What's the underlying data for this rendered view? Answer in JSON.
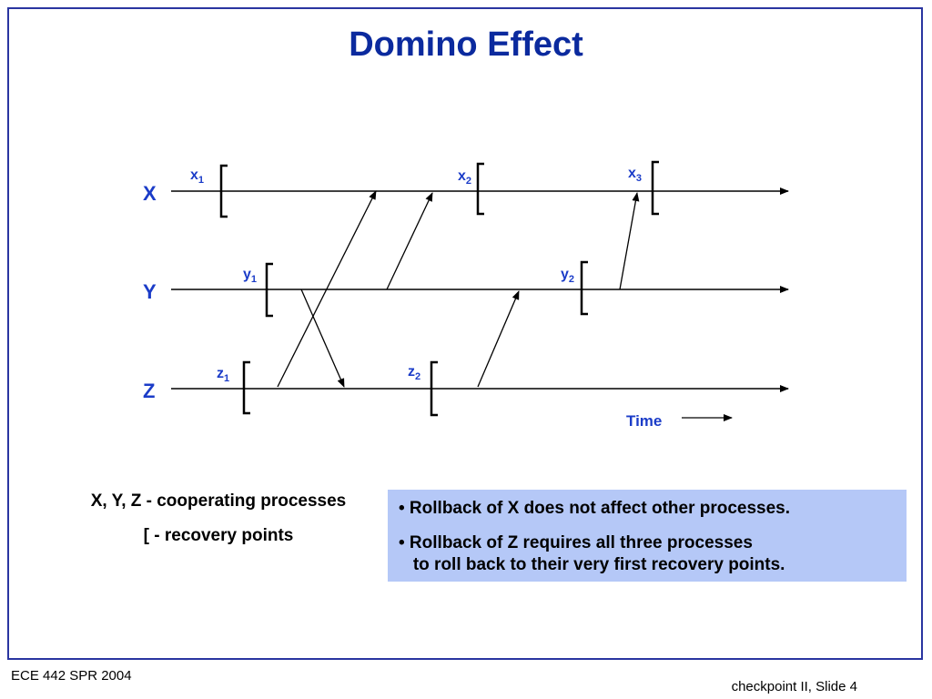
{
  "slide": {
    "title": "Domino Effect",
    "footer_left": "ECE 442 SPR 2004",
    "footer_right": "checkpoint II, Slide 4"
  },
  "diagram": {
    "processes": [
      "X",
      "Y",
      "Z"
    ],
    "recovery_points": [
      {
        "base": "x",
        "sub": "1"
      },
      {
        "base": "x",
        "sub": "2"
      },
      {
        "base": "x",
        "sub": "3"
      },
      {
        "base": "y",
        "sub": "1"
      },
      {
        "base": "y",
        "sub": "2"
      },
      {
        "base": "z",
        "sub": "1"
      },
      {
        "base": "z",
        "sub": "2"
      }
    ],
    "time_label": "Time"
  },
  "legend": {
    "line1": "X, Y, Z - cooperating processes",
    "line2": "[ - recovery points"
  },
  "notes": {
    "bullet1": "• Rollback of X does not affect other processes.",
    "bullet2_line1": "• Rollback of Z requires all three processes",
    "bullet2_line2": "   to roll back to their very first recovery points."
  },
  "colors": {
    "title": "#0b2a9e",
    "labels": "#1b3cc8",
    "note_box": "#b5c8f7",
    "frame": "#2a35a0"
  }
}
